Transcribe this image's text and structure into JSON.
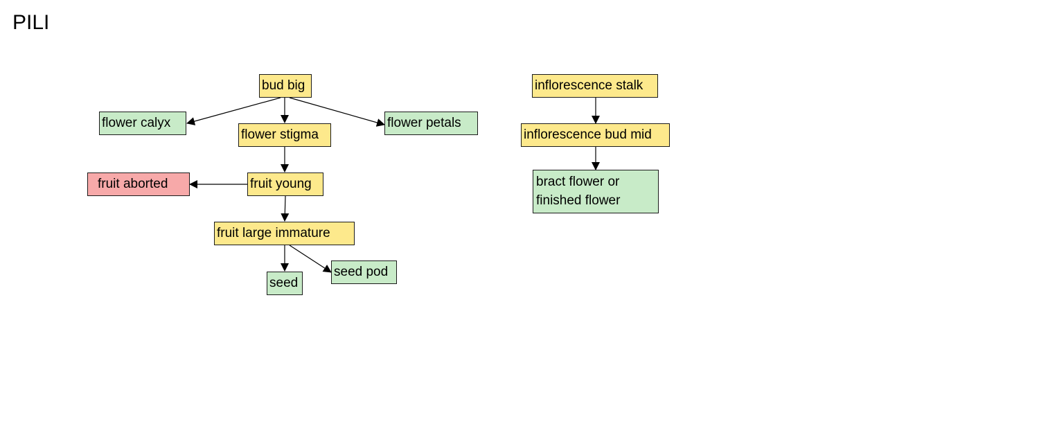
{
  "title": "PILI",
  "colors": {
    "yellow": "#fde98c",
    "green": "#c8ebc8",
    "red": "#f7a9a9",
    "border": "#1a1a1a"
  },
  "nodes": {
    "bud_big": "bud big",
    "flower_calyx": "flower calyx",
    "flower_stigma": "flower stigma",
    "flower_petals": "flower petals",
    "fruit_aborted": "fruit aborted",
    "fruit_young": "fruit young",
    "fruit_large_immature": "fruit large immature",
    "seed": "seed",
    "seed_pod": "seed pod",
    "inflorescence_stalk": "inflorescence stalk",
    "inflorescence_bud_mid": "inflorescence bud mid",
    "bract_flower_line1": "bract flower or",
    "bract_flower_line2": "finished flower"
  }
}
